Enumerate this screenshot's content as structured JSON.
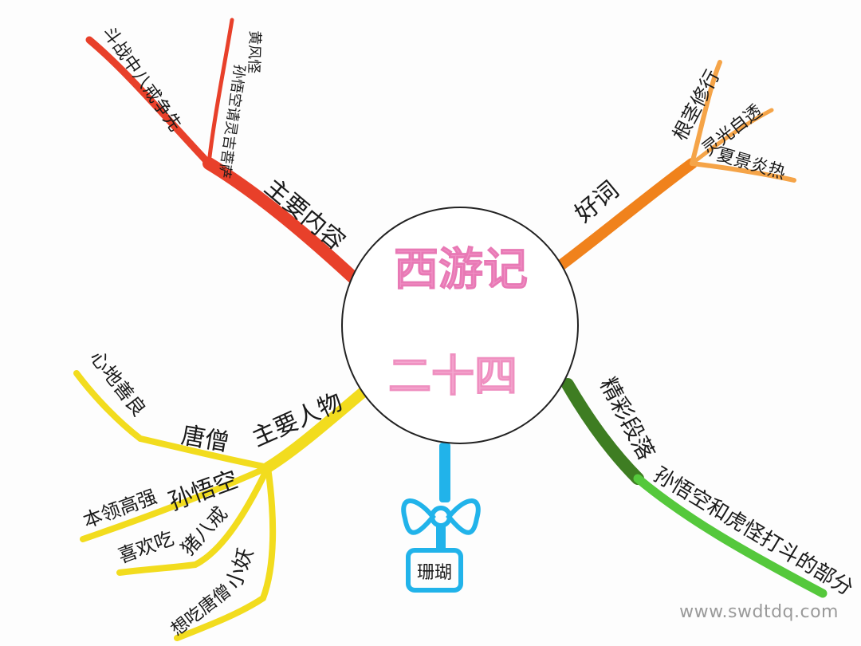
{
  "center": {
    "title": "西游记",
    "subtitle": "二十四"
  },
  "branches": {
    "content": {
      "label": "主要内容",
      "color": "#e8402a",
      "leaves": [
        "斗战中八戒争先",
        "黄风怪",
        "孙悟空请灵吉菩萨"
      ]
    },
    "words": {
      "label": "好词",
      "color": "#f0821c",
      "leaves": [
        "根茎修行",
        "灵光自透",
        "夏景炎热"
      ]
    },
    "characters": {
      "label": "主要人物",
      "color": "#f2dc1e",
      "leaves": [
        {
          "name": "唐僧",
          "trait": "心地善良"
        },
        {
          "name": "孙悟空",
          "trait": "本领高强"
        },
        {
          "name": "猪八戒",
          "trait": "喜欢吃"
        },
        {
          "name": "小妖",
          "trait": "想吃唐僧"
        }
      ]
    },
    "passage": {
      "label": "精彩段落",
      "color": "#55c83c",
      "dark_color": "#3e7d22",
      "leaves": [
        "孙悟空和虎怪打斗的部分"
      ]
    },
    "bottom": {
      "label": "珊瑚",
      "color": "#21b3ea"
    }
  },
  "watermark": "www.swdtdq.com"
}
